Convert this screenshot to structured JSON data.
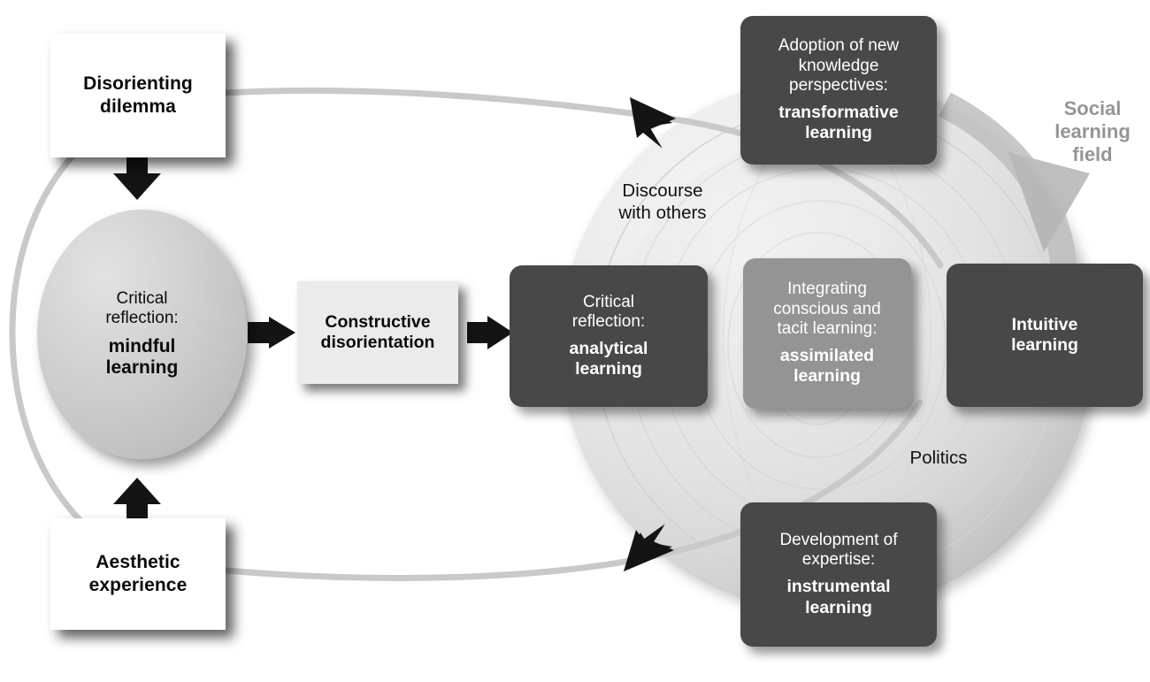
{
  "diagram": {
    "title": "Transformative learning / social learning field model",
    "colors": {
      "card_dark": "#484848",
      "card_mid": "#949494",
      "light_box": "#ebebeb",
      "white_box": "#ffffff",
      "field_label": "#959595",
      "sphere_light": "#ececec",
      "sphere_dark": "#c0c0c0",
      "arc_stroke": "#c9c9c9",
      "black_arrow": "#141414",
      "gray_arrow": "#b2b2b2"
    }
  },
  "nodes": {
    "disorienting_dilemma": {
      "lines": [
        "Disorienting",
        "dilemma"
      ],
      "style": "white-box"
    },
    "mindful_learning": {
      "lines_regular": [
        "Critical",
        "reflection:"
      ],
      "lines_bold": [
        "mindful",
        "learning"
      ],
      "style": "ellipse"
    },
    "aesthetic_experience": {
      "lines": [
        "Aesthetic",
        "experience"
      ],
      "style": "white-box"
    },
    "constructive_disorientation": {
      "lines": [
        "Constructive",
        "disorientation"
      ],
      "style": "light-box"
    },
    "analytical_learning": {
      "lines_regular": [
        "Critical",
        "reflection:"
      ],
      "lines_bold": [
        "analytical",
        "learning"
      ],
      "style": "card-dark"
    },
    "assimilated_learning": {
      "lines_regular": [
        "Integrating",
        "conscious and",
        "tacit learning:"
      ],
      "lines_bold": [
        "assimilated",
        "learning"
      ],
      "style": "card-mid"
    },
    "intuitive_learning": {
      "lines_regular": [],
      "lines_bold": [
        "Intuitive",
        "learning"
      ],
      "style": "card-dark"
    },
    "transformative_learning": {
      "lines_regular": [
        "Adoption of new",
        "knowledge",
        "perspectives:"
      ],
      "lines_bold": [
        "transformative",
        "learning"
      ],
      "style": "card-dark"
    },
    "instrumental_learning": {
      "lines_regular": [
        "Development of",
        "expertise:"
      ],
      "lines_bold": [
        "instrumental",
        "learning"
      ],
      "style": "card-dark"
    }
  },
  "labels": {
    "discourse_with_others": "Discourse\nwith others",
    "politics": "Politics",
    "social_learning_field": "Social\nlearning\nfield"
  },
  "connectors": [
    {
      "name": "dilemma-to-ellipse",
      "type": "black-arrow",
      "direction": "down"
    },
    {
      "name": "aesthetic-to-ellipse",
      "type": "black-arrow",
      "direction": "up"
    },
    {
      "name": "ellipse-to-constructive",
      "type": "black-arrow",
      "direction": "right"
    },
    {
      "name": "constructive-to-analytical",
      "type": "black-arrow",
      "direction": "right"
    },
    {
      "name": "upper-feedback-arc",
      "type": "gray-arc-arrow",
      "direction": "up-left"
    },
    {
      "name": "lower-feedback-arc",
      "type": "gray-arc-arrow",
      "direction": "down-left"
    },
    {
      "name": "social-field-rotation",
      "type": "gray-curved-arrow",
      "direction": "clockwise"
    }
  ]
}
